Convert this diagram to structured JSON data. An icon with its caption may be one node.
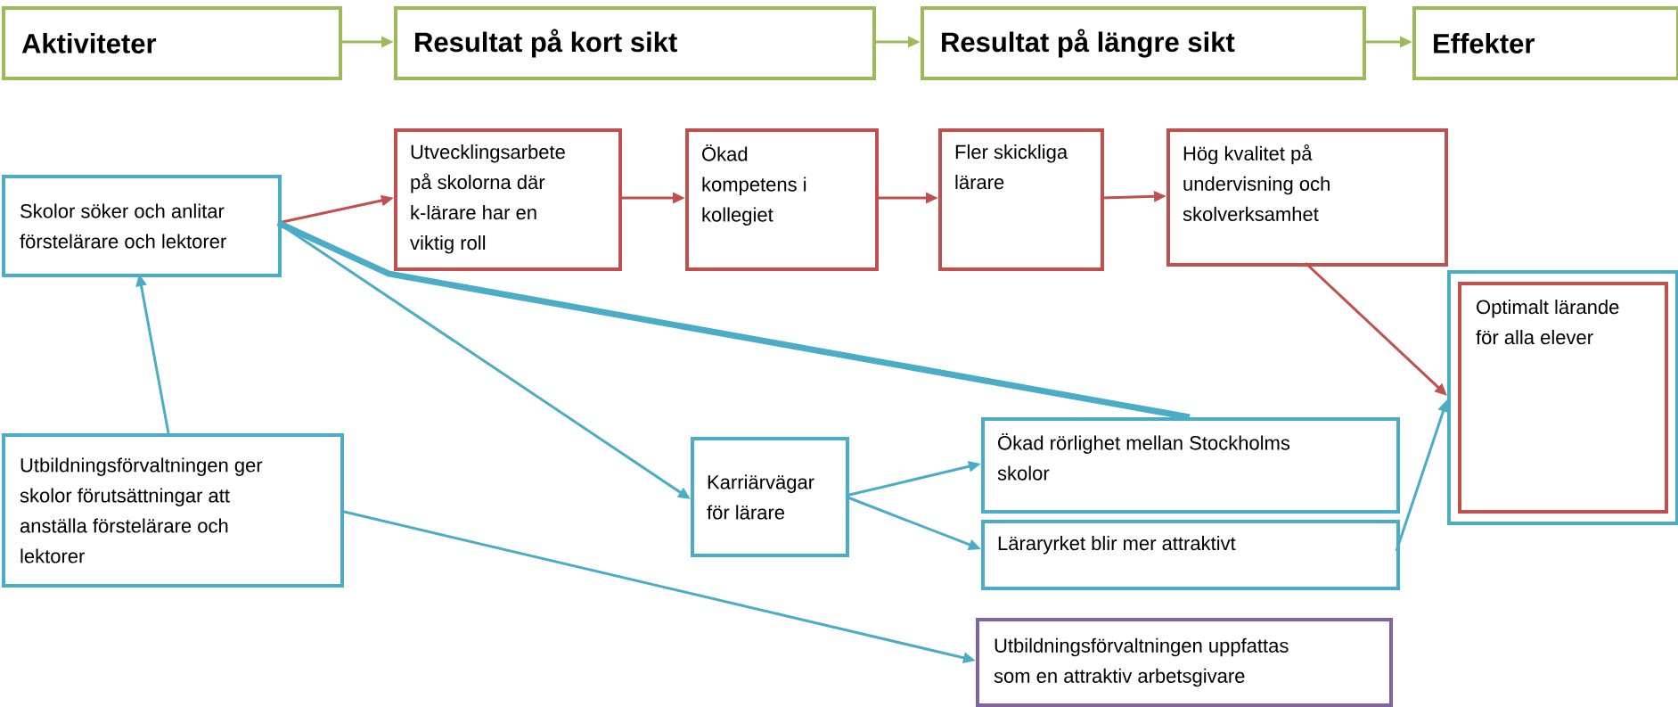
{
  "diagram": {
    "nodes": [
      {
        "text": [
          "Aktiviteter"
        ]
      },
      {
        "text": [
          "Resultat på kort sikt"
        ]
      },
      {
        "text": [
          "Resultat på längre sikt"
        ]
      },
      {
        "text": [
          "Effekter"
        ]
      },
      {
        "text": [
          "Skolor söker och anlitar förstelärare och lektorer"
        ]
      },
      {
        "text": [
          "Utvecklingsarbete på skolorna där k-lärare har en viktig roll"
        ]
      },
      {
        "text": [
          "Ökad kompetens i kollegiet"
        ]
      },
      {
        "text": [
          "Fler skickliga lärare"
        ]
      },
      {
        "text": [
          "Hög kvalitet på undervisning och skolverksamhet"
        ]
      },
      {
        "text": [],
        "shape": "box"
      },
      {
        "text": [
          "Optimalt lärande för alla elever"
        ],
        "in": 9
      },
      {
        "text": [
          "Utbildningsförvaltningen ger skolor förutsättningar att anställa förstelärare och lektorer"
        ]
      },
      {
        "text": [
          "Karriärvägar för lärare"
        ]
      },
      {
        "text": [
          "Ökad rörlighet mellan Stockholms skolor"
        ]
      },
      {
        "text": [
          "Läraryrket blir mer attraktivt"
        ]
      },
      {
        "text": [
          "Utbildningsförvaltningen uppfattas som en attraktiv arbetsgivare"
        ]
      }
    ],
    "edges": [
      {
        "from": 0,
        "to": 1,
        "arrow": "to",
        "color": "#9bbb59"
      },
      {
        "from": 1,
        "to": 2,
        "arrow": "to",
        "color": "#9bbb59"
      },
      {
        "from": 2,
        "to": 3,
        "arrow": "to",
        "color": "#9bbb59"
      },
      {
        "from": 4,
        "to": 5,
        "arrow": "to",
        "color": "#c0504d"
      },
      {
        "from": 5,
        "to": 6,
        "arrow": "to",
        "color": "#c0504d"
      },
      {
        "from": 6,
        "to": 7,
        "arrow": "to",
        "color": "#c0504d"
      },
      {
        "from": 7,
        "to": 8,
        "arrow": "to",
        "color": "#c0504d"
      },
      {
        "from": 8,
        "to": 9,
        "arrow": "to",
        "color": "#c0504d"
      },
      {
        "from": 4,
        "to": 13,
        "arrow": "none",
        "style": "thick"
      },
      {
        "from": 4,
        "to": 12,
        "arrow": "to"
      },
      {
        "from": 11,
        "to": 4,
        "arrow": "to"
      },
      {
        "from": 11,
        "to": 15,
        "arrow": "to"
      },
      {
        "from": 12,
        "to": 13,
        "arrow": "to"
      },
      {
        "from": 12,
        "to": 14,
        "arrow": "to"
      },
      {
        "from": 14,
        "to": 9,
        "arrow": "to"
      }
    ]
  }
}
